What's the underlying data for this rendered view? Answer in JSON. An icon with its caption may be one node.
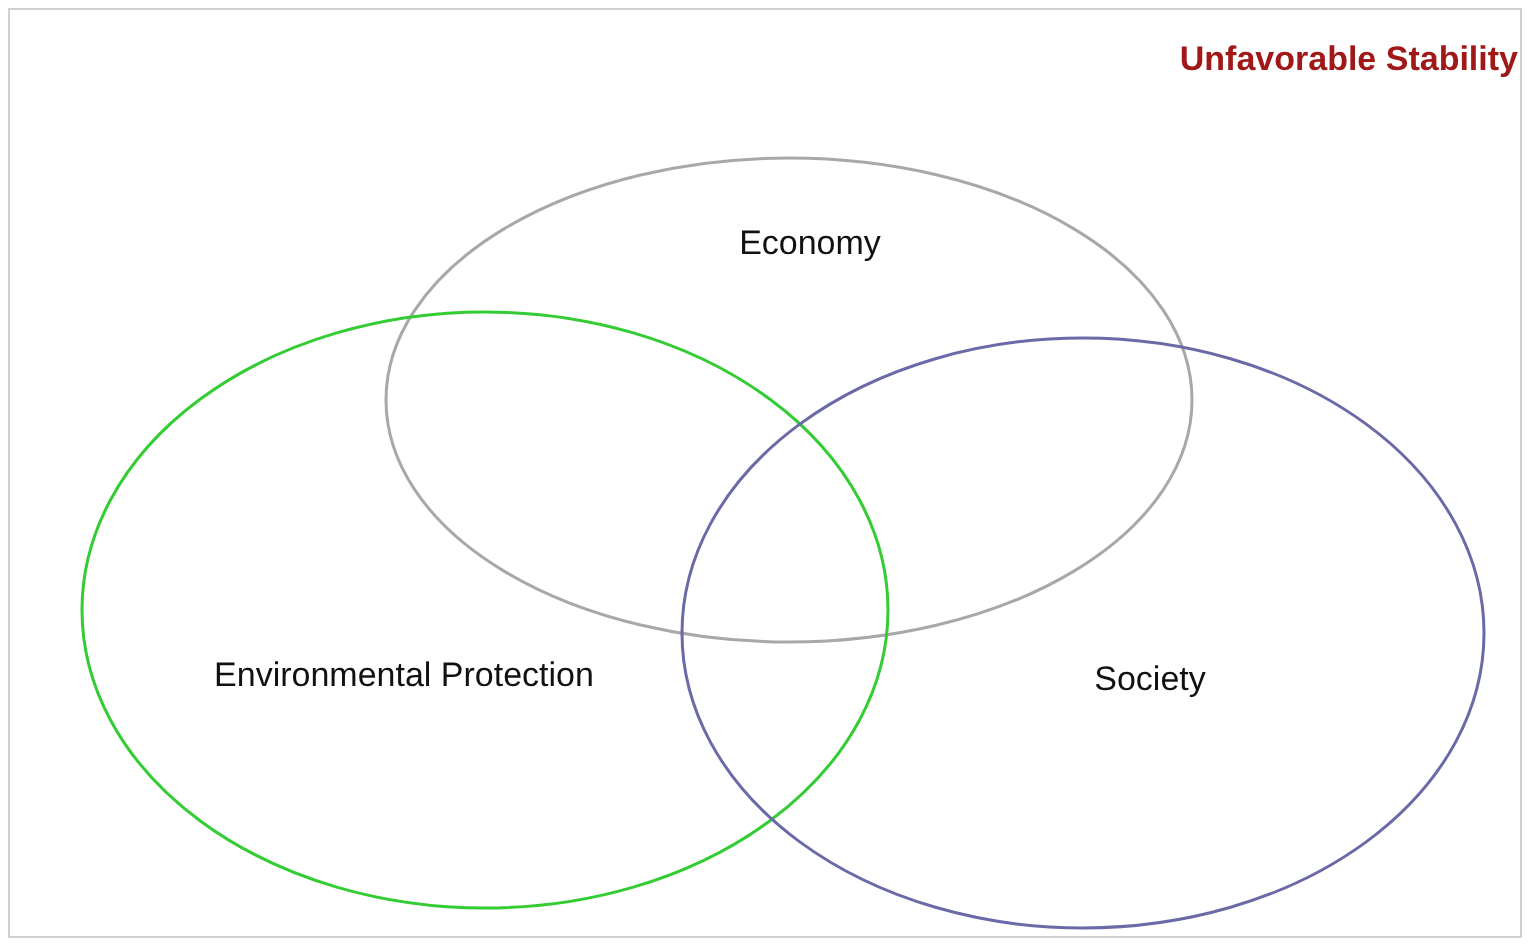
{
  "diagram": {
    "title": "Unfavorable Stability",
    "nodes": [
      {
        "text": [
          "Economy"
        ]
      },
      {
        "text": [
          "Environmental Protection"
        ]
      },
      {
        "text": [
          "Society"
        ]
      }
    ]
  }
}
